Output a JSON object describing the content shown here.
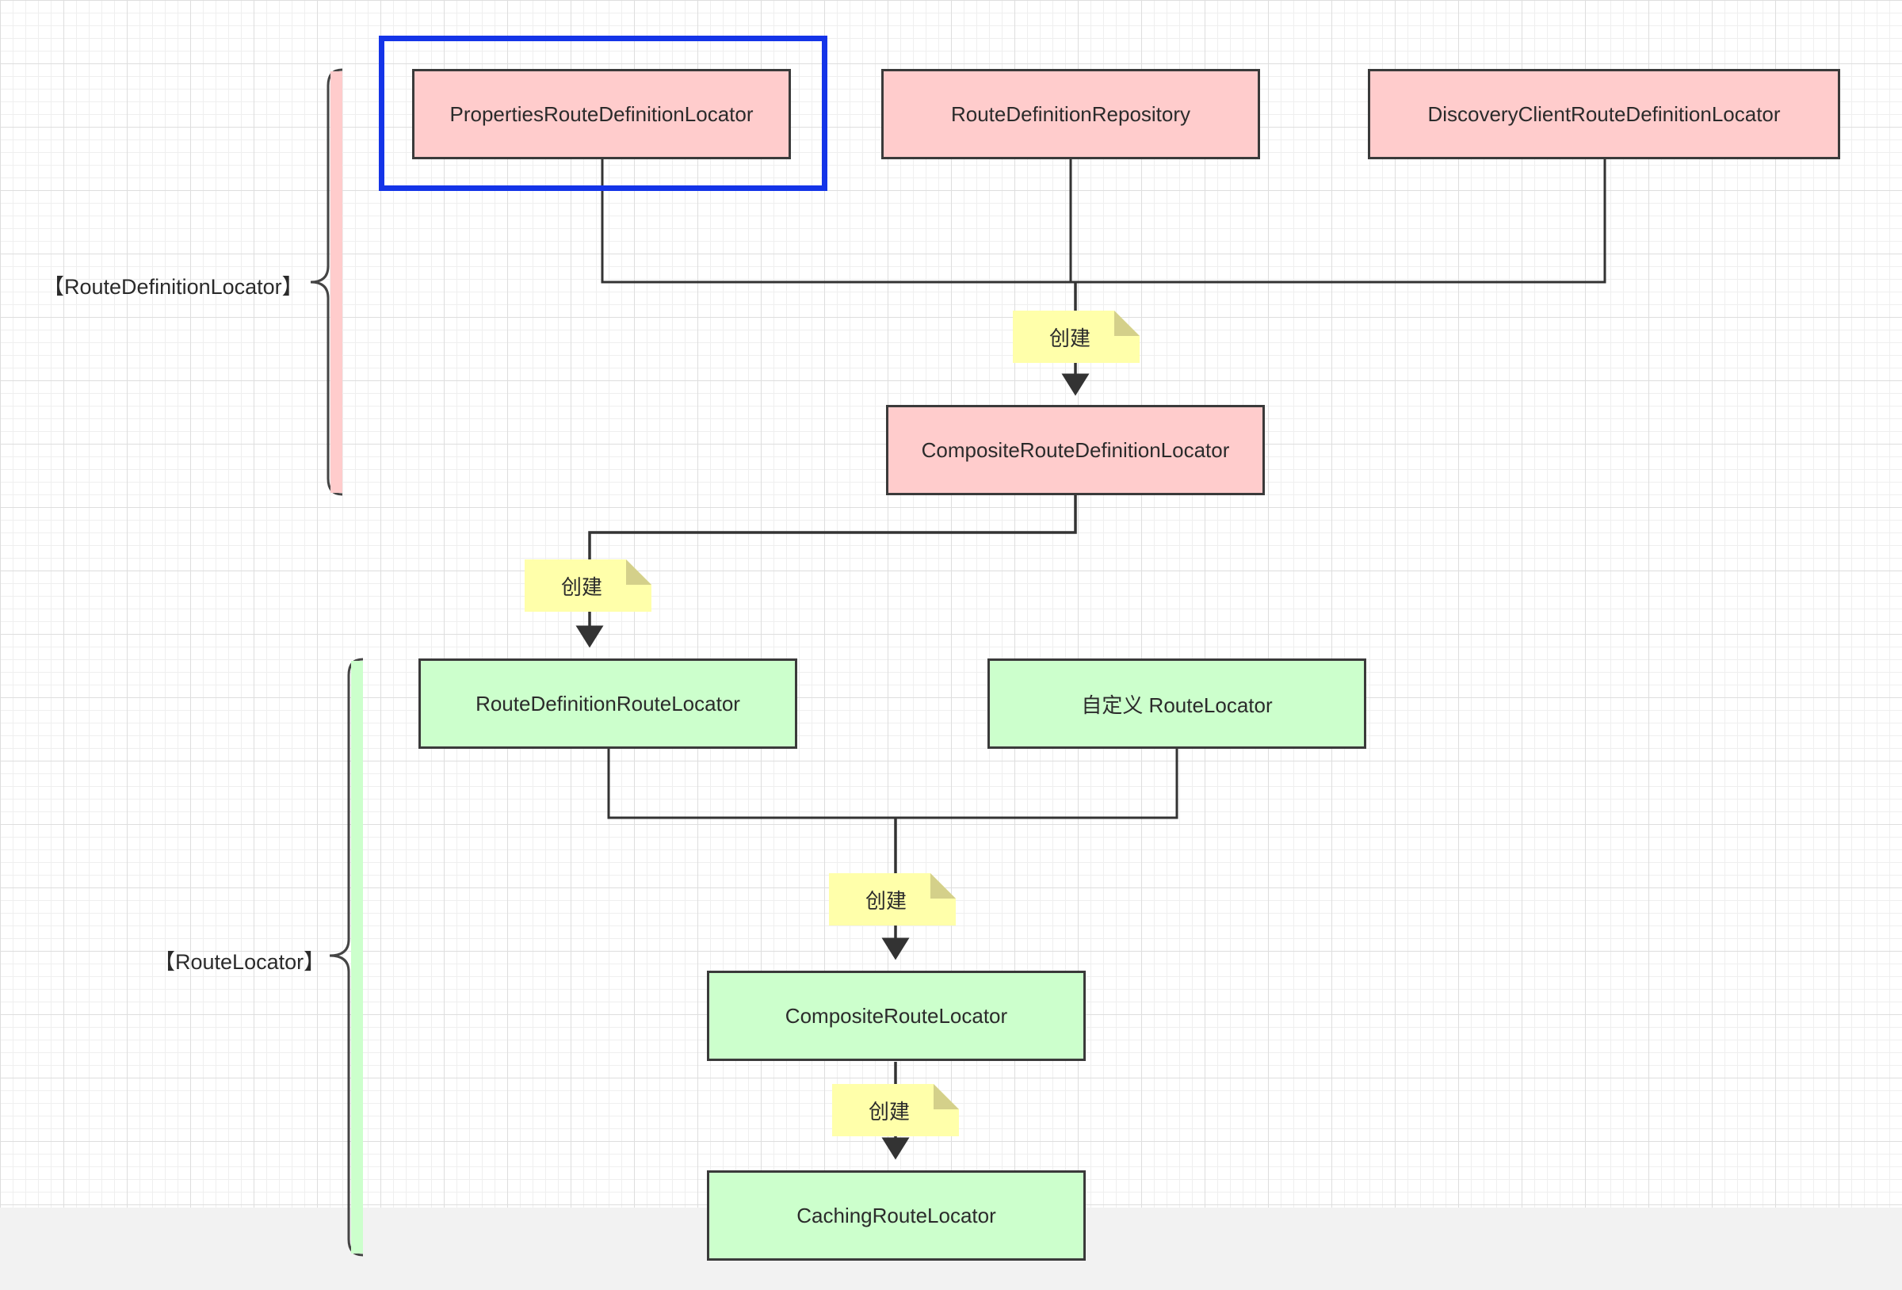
{
  "groups": {
    "route_definition_locator": {
      "label": "【RouteDefinitionLocator】",
      "color": "#ffcccc"
    },
    "route_locator": {
      "label": "【RouteLocator】",
      "color": "#ccffcc"
    }
  },
  "nodes": {
    "properties": "PropertiesRouteDefinitionLocator",
    "repository": "RouteDefinitionRepository",
    "discovery": "DiscoveryClientRouteDefinitionLocator",
    "composite_def": "CompositeRouteDefinitionLocator",
    "def_route_locator": "RouteDefinitionRouteLocator",
    "custom_route_locator": "自定义 RouteLocator",
    "composite_route_locator": "CompositeRouteLocator",
    "caching_route_locator": "CachingRouteLocator"
  },
  "edge_notes": {
    "note1": "创建",
    "note2": "创建",
    "note3": "创建",
    "note4": "创建"
  },
  "colors": {
    "pink_box": "#ffcccc",
    "green_box": "#ccffcc",
    "note": "#ffffaa",
    "highlight": "#1434e8",
    "line": "#333333"
  }
}
